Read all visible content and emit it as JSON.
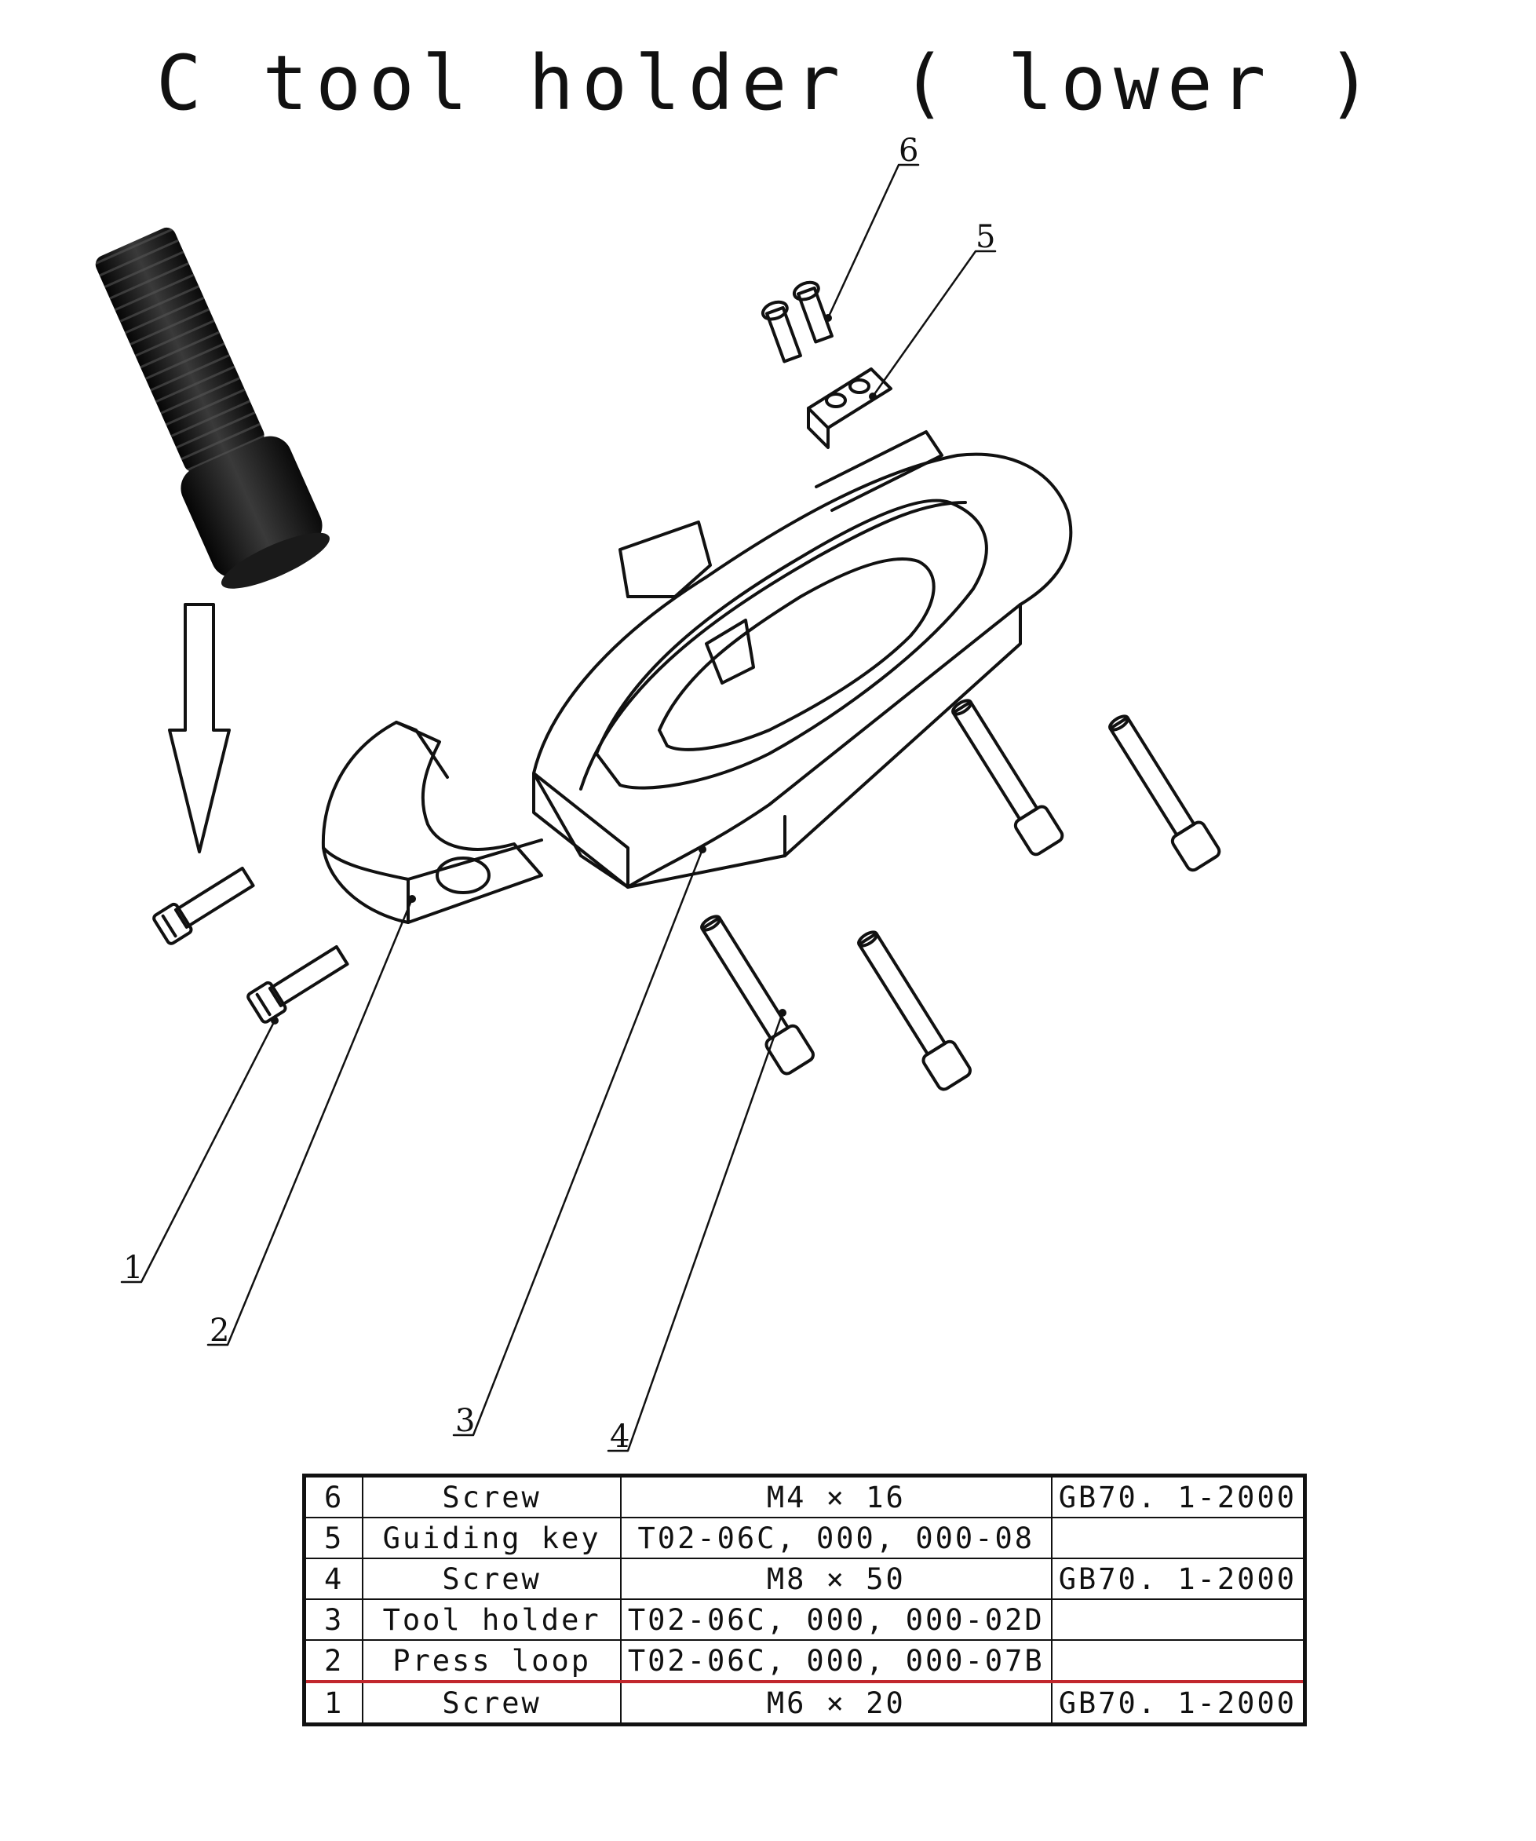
{
  "title": "C tool holder ( lower )",
  "callouts": [
    {
      "id": "1",
      "label": "1"
    },
    {
      "id": "2",
      "label": "2"
    },
    {
      "id": "3",
      "label": "3"
    },
    {
      "id": "4",
      "label": "4"
    },
    {
      "id": "5",
      "label": "5"
    },
    {
      "id": "6",
      "label": "6"
    }
  ],
  "parts_table": {
    "highlight_color": "#c1272d",
    "rows": [
      {
        "no": "6",
        "name": "Screw",
        "code": "M4 × 16",
        "standard": "GB70. 1-2000"
      },
      {
        "no": "5",
        "name": "Guiding key",
        "code": "T02-06C, 000, 000-08",
        "standard": ""
      },
      {
        "no": "4",
        "name": "Screw",
        "code": "M8 × 50",
        "standard": "GB70. 1-2000"
      },
      {
        "no": "3",
        "name": "Tool holder",
        "code": "T02-06C, 000, 000-02D",
        "standard": ""
      },
      {
        "no": "2",
        "name": "Press loop",
        "code": "T02-06C, 000, 000-07B",
        "standard": ""
      },
      {
        "no": "1",
        "name": "Screw",
        "code": "M6 × 20",
        "standard": "GB70. 1-2000"
      }
    ]
  }
}
